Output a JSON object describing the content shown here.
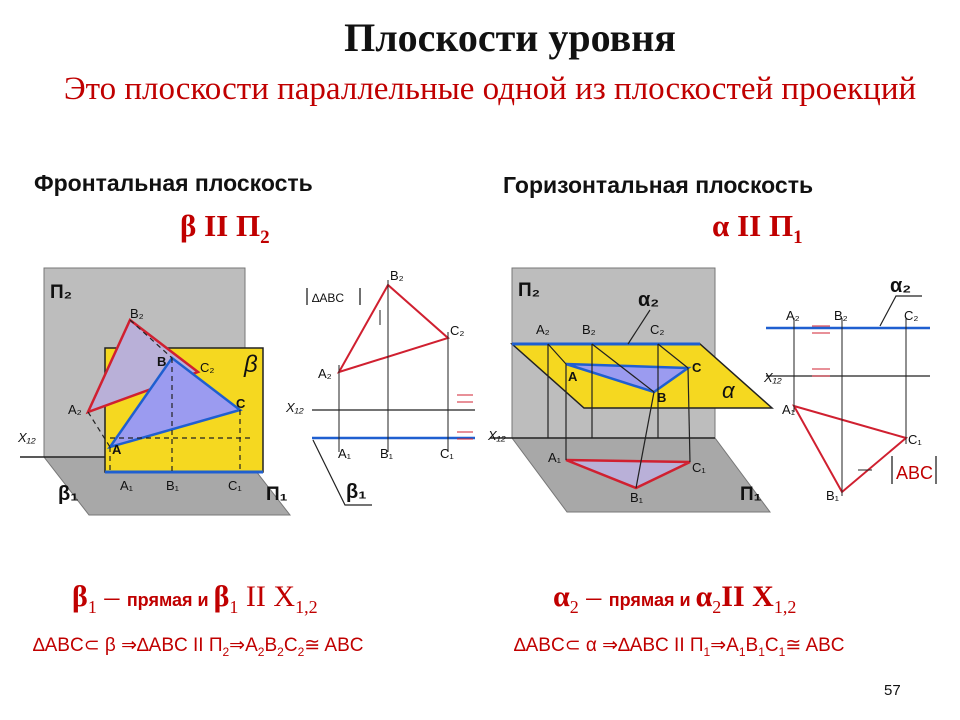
{
  "slide": {
    "title": "Плоскости уровня",
    "subtitle": "Это плоскости параллельные одной из плоскостей проекций",
    "page_number": "57"
  },
  "frontal": {
    "heading": "Фронтальная плоскость",
    "relation": {
      "plane": "β",
      "sign": " II ",
      "proj": "П",
      "proj_sub": "2"
    },
    "conclusion": {
      "plane": "β",
      "trace_sub": "1",
      "dash": " – ",
      "word": "прямая и ",
      "plane2": "β",
      "trace2_sub": "1",
      "parallel": " II ",
      "axis": "X",
      "axis_sub": "1,2"
    },
    "proof": {
      "part1": "∆ABC⊂ β ⇒∆ABC II П",
      "sub1": "2",
      "part2": "⇒A",
      "sub2": "2",
      "part3": "B",
      "sub3": "2",
      "part4": "C",
      "sub4": "2",
      "part5": "≅ ABC"
    },
    "labels": {
      "p2": "П₂",
      "p1": "П₁",
      "x12": "X₁₂",
      "beta": "β",
      "beta1": "β₁",
      "A2": "A₂",
      "B2": "B₂",
      "C2": "C₂",
      "A": "A",
      "B": "B",
      "C": "C",
      "A1": "A₁",
      "B1": "B₁",
      "C1": "C₁",
      "abc": "∆ABC"
    }
  },
  "horizontal": {
    "heading": "Горизонтальная плоскость",
    "relation": {
      "plane": "α",
      "sign": " II ",
      "proj": "П",
      "proj_sub": "1"
    },
    "conclusion": {
      "plane": "α",
      "trace_sub": "2",
      "dash": " – ",
      "word": "прямая и ",
      "plane2": "α",
      "trace2_sub": "2",
      "parallel": "II ",
      "axis": "X",
      "axis_sub": "1,2"
    },
    "proof": {
      "part1": "∆ABC⊂ α ⇒∆ABC II П",
      "sub1": "1",
      "part2": "⇒A",
      "sub2": "1",
      "part3": "B",
      "sub3": "1",
      "part4": "C",
      "sub4": "1",
      "part5": "≅ ABC"
    },
    "labels": {
      "p2": "П₂",
      "p1": "П₁",
      "x12": "X₁₂",
      "alpha": "α",
      "alpha2": "α₂",
      "A2": "A₂",
      "B2": "B₂",
      "C2": "C₂",
      "A": "A",
      "B": "B",
      "C": "C",
      "A1": "A₁",
      "B1": "B₁",
      "C1": "C₁",
      "abc": "ABC"
    }
  },
  "colors": {
    "accent": "#c00000",
    "plane_fill": "#f5d820",
    "triangle_fill": "#9b9bf0",
    "trace_line": "#1f5fd0",
    "projection_red": "#d02030",
    "gray_plane": "#bdbdbd"
  }
}
